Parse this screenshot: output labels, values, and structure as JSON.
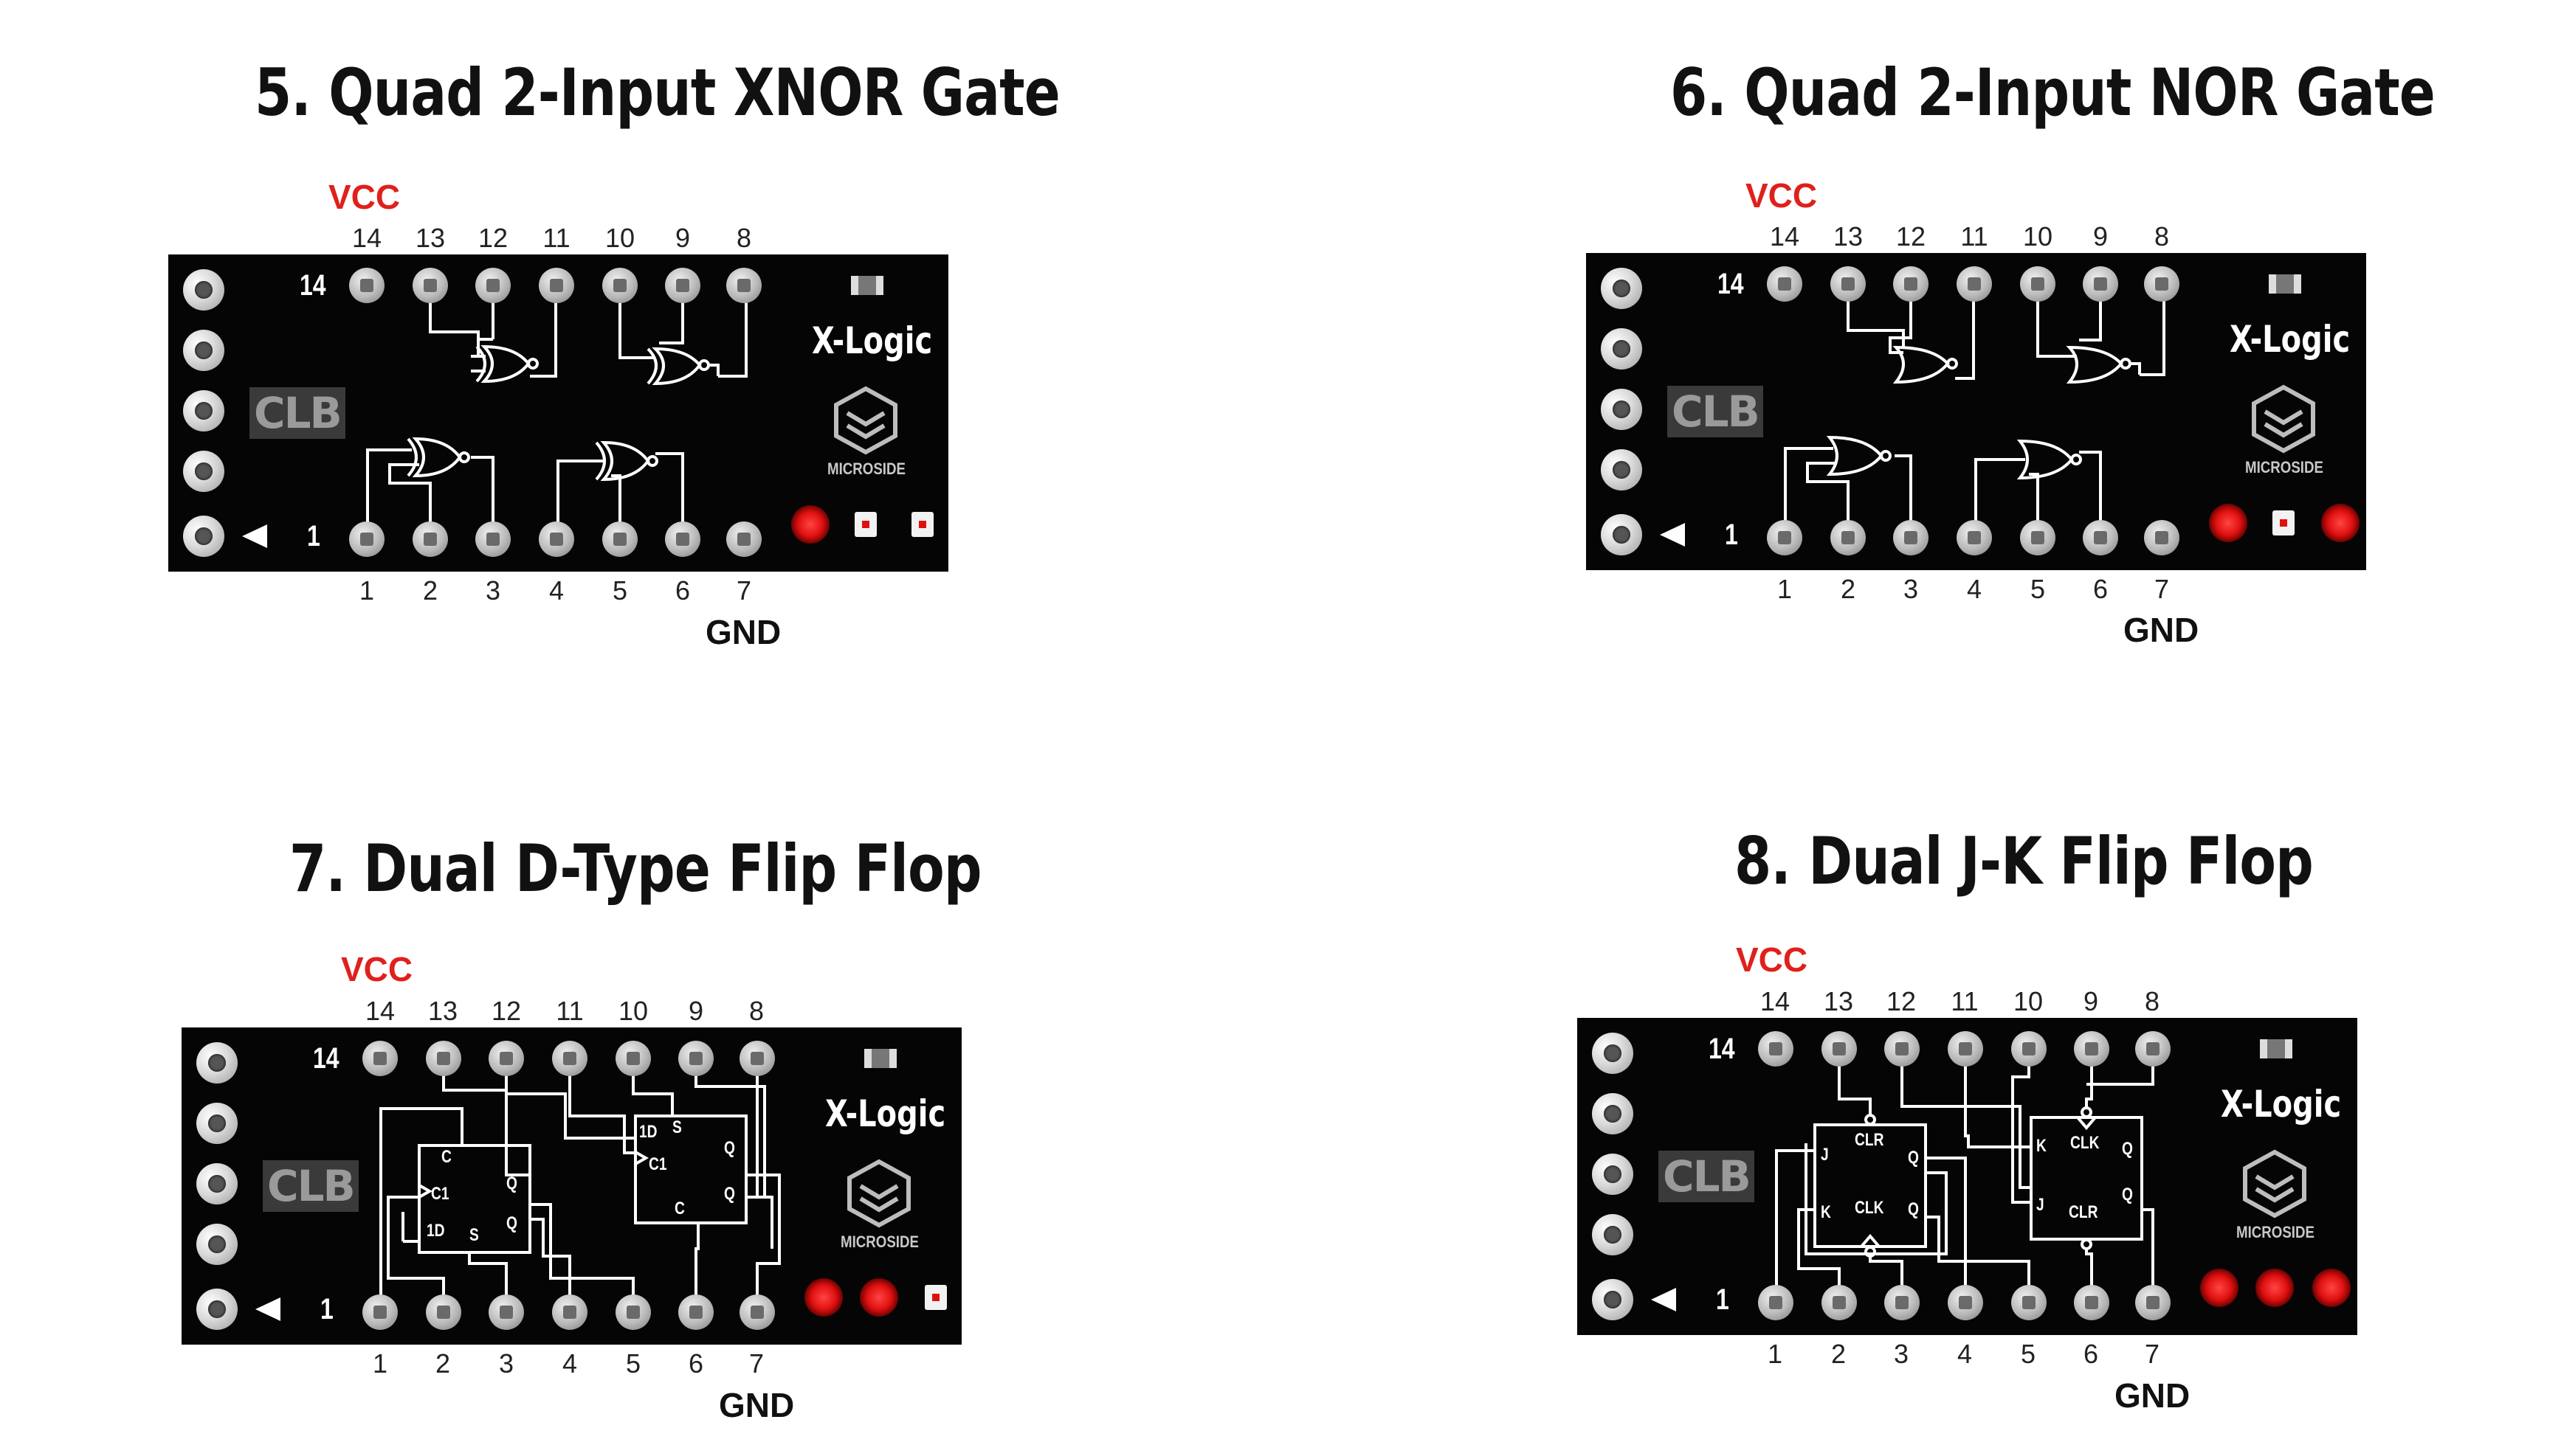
{
  "vcc_label": "VCC",
  "gnd_label": "GND",
  "board": {
    "pin14_mark": "14",
    "pin1_mark": "1",
    "clb_text": "CLB",
    "brand_text": "X-Logic",
    "logo_text": "MICROSIDE"
  },
  "colors": {
    "vcc": "#e0201c",
    "board": "#050505",
    "led_on": "#e01010"
  },
  "top_pins": [
    "14",
    "13",
    "12",
    "11",
    "10",
    "9",
    "8"
  ],
  "bottom_pins": [
    "1",
    "2",
    "3",
    "4",
    "5",
    "6",
    "7"
  ],
  "panels": [
    {
      "title": "5. Quad 2-Input XNOR Gate",
      "gate_symbol": "xnor",
      "leds": [
        "on",
        "off",
        "off"
      ]
    },
    {
      "title": "6. Quad 2-Input NOR Gate",
      "gate_symbol": "nor",
      "leds": [
        "on",
        "off",
        "on"
      ]
    },
    {
      "title": "7. Dual D-Type Flip Flop",
      "gate_symbol": "d-flip-flop",
      "leds": [
        "on",
        "on",
        "off"
      ],
      "ff_labels": {
        "left": {
          "top": "C",
          "clk": "C1",
          "q1": "Q",
          "q2": "Q",
          "d": "1D",
          "s": "S"
        },
        "right": {
          "d": "1D",
          "s": "S",
          "clk": "C1",
          "q1": "Q",
          "q2": "Q",
          "c": "C"
        }
      }
    },
    {
      "title": "8. Dual J-K Flip Flop",
      "gate_symbol": "jk-flip-flop",
      "leds": [
        "on",
        "on",
        "on"
      ],
      "ff_labels": {
        "left": {
          "clr": "CLR",
          "j": "J",
          "q": "Q",
          "k": "K",
          "clk": "CLK",
          "qbar": "Q"
        },
        "right": {
          "k": "K",
          "clk": "CLK",
          "q": "Q",
          "j": "J",
          "clr": "CLR",
          "qbar": "Q"
        }
      }
    }
  ]
}
